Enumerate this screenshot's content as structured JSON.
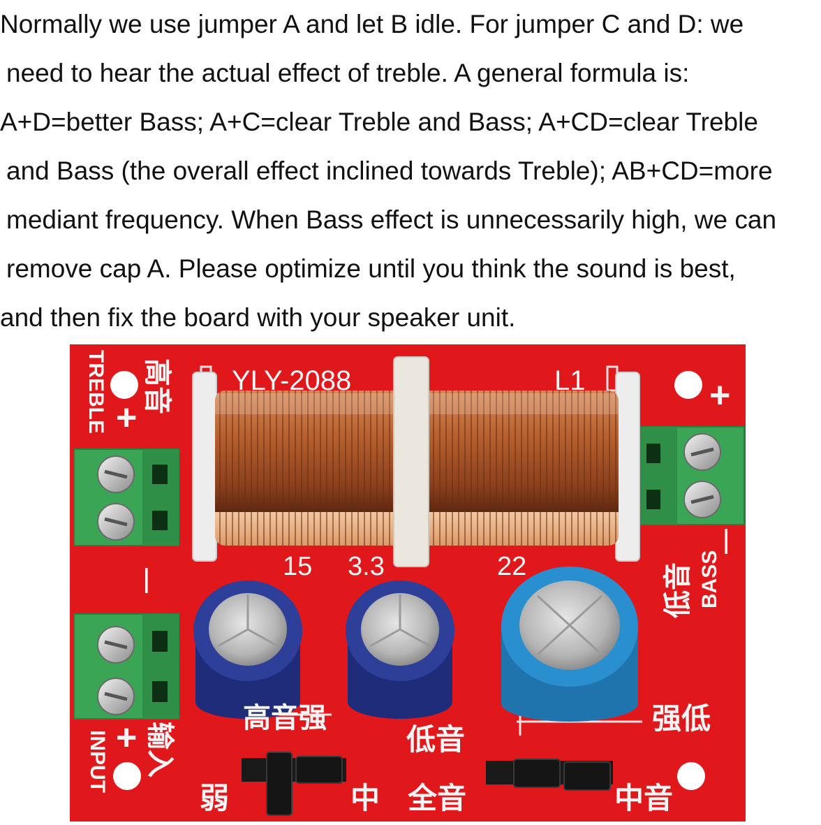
{
  "description_lines": [
    "Normally we use jumper A and let B idle. For jumper C and D: we",
    "need to hear the actual effect of treble. A general formula is:",
    "A+D=better Bass; A+C=clear Treble and Bass; A+CD=clear Treble",
    "and Bass (the overall effect inclined towards Treble); AB+CD=more",
    "mediant frequency. When Bass effect is unnecessarily high, we can",
    "remove cap A. Please optimize until you think the sound is best,",
    "and then fix the board with your speaker unit."
  ],
  "board": {
    "model": "YLY-2088",
    "inductor_label": "L1",
    "treble_label": "TREBLE",
    "treble_cn": "高音",
    "bass_label": "BASS",
    "bass_cn": "低音",
    "input_label": "INPUT",
    "input_cn": "输入",
    "plus": "+",
    "minus": "—",
    "cap_values": [
      "15",
      "3.3",
      "22"
    ],
    "jumper_left_title": "高音强",
    "jumper_left_weak": "弱",
    "jumper_left_mid": "中",
    "jumper_right_title_left": "低音",
    "jumper_right_title_right": "强低",
    "jumper_right_full": "全音",
    "jumper_right_mid": "中音"
  },
  "colors": {
    "pcb": "#e0181b",
    "terminal": "#3aa655",
    "copper": "#c8784a",
    "cap_blue": "#2e3f9a",
    "cap_cyan": "#2a8fcf"
  }
}
